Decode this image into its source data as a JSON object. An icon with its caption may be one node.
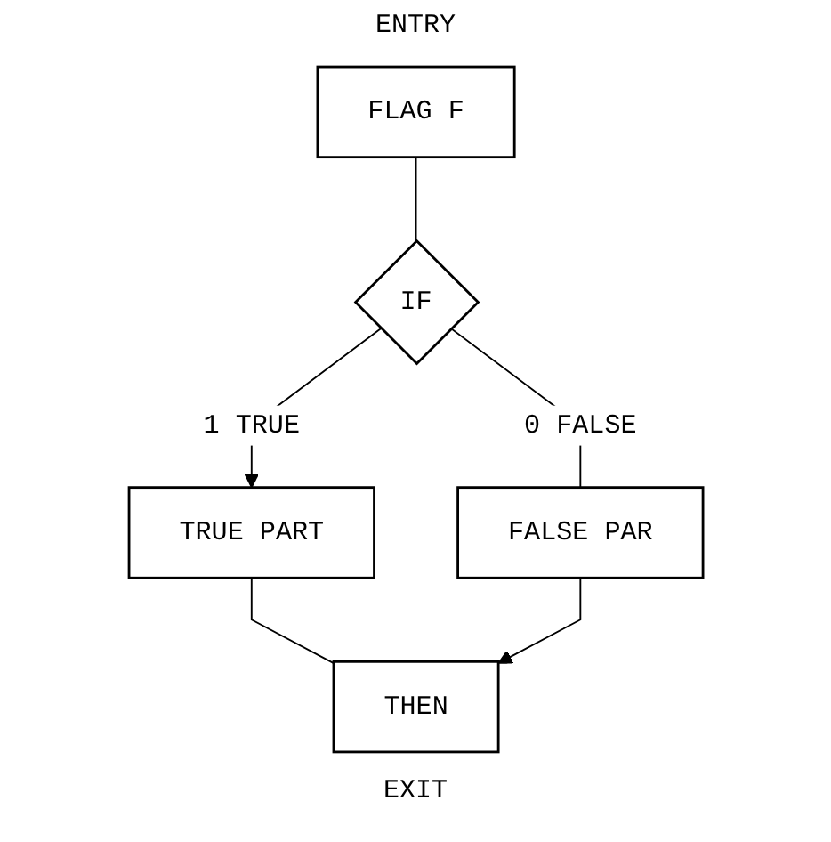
{
  "diagram": {
    "nodes": [
      {
        "text": [
          "FLAG F"
        ]
      },
      {
        "text": [
          "IF"
        ]
      },
      {
        "text": [
          "TRUE PART"
        ]
      },
      {
        "text": [
          "FALSE PAR"
        ]
      },
      {
        "text": [
          "THEN"
        ]
      }
    ],
    "edges": [
      {
        "from": 0,
        "to": 1,
        "arrow": "none"
      },
      {
        "from": 1,
        "to": 2,
        "arrow": "to",
        "label": "1 TRUE"
      },
      {
        "from": 1,
        "to": 3,
        "arrow": "none",
        "label": "0 FALSE"
      },
      {
        "from": 2,
        "to": 4,
        "arrow": "none"
      },
      {
        "from": 3,
        "to": 4,
        "arrow": "to"
      }
    ],
    "labels": [
      "ENTRY",
      "EXIT"
    ]
  }
}
